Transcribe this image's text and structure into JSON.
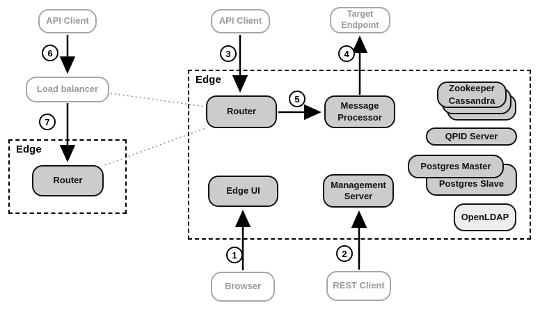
{
  "colors": {
    "node_fill": "#cccccc",
    "node_border": "#111111",
    "ghost_border": "#a6a6a6",
    "ghost_text": "#999999",
    "openldap_fill": "#ededed",
    "dotted_line": "#888888",
    "arrow": "#000000"
  },
  "regions": {
    "edge_small": {
      "label": "Edge"
    },
    "edge_main": {
      "label": "Edge"
    }
  },
  "nodes": {
    "api_client_left": {
      "label": "API Client"
    },
    "load_balancer": {
      "label": "Load balancer"
    },
    "router_left": {
      "label": "Router"
    },
    "api_client_mid": {
      "label": "API Client"
    },
    "target_endpoint": {
      "label": "Target Endpoint"
    },
    "router_mid": {
      "label": "Router"
    },
    "message_processor": {
      "label": "Message Processor"
    },
    "edge_ui": {
      "label": "Edge UI"
    },
    "management_server": {
      "label": "Management Server"
    },
    "browser": {
      "label": "Browser"
    },
    "rest_client": {
      "label": "REST Client"
    },
    "zookeeper": {
      "label": "Zookeeper"
    },
    "cassandra": {
      "label": "Cassandra"
    },
    "qpid_server": {
      "label": "QPID Server"
    },
    "postgres_master": {
      "label": "Postgres Master"
    },
    "postgres_slave": {
      "label": "Postgres Slave"
    },
    "openldap": {
      "label": "OpenLDAP"
    }
  },
  "steps": {
    "s1": "1",
    "s2": "2",
    "s3": "3",
    "s4": "4",
    "s5": "5",
    "s6": "6",
    "s7": "7"
  }
}
